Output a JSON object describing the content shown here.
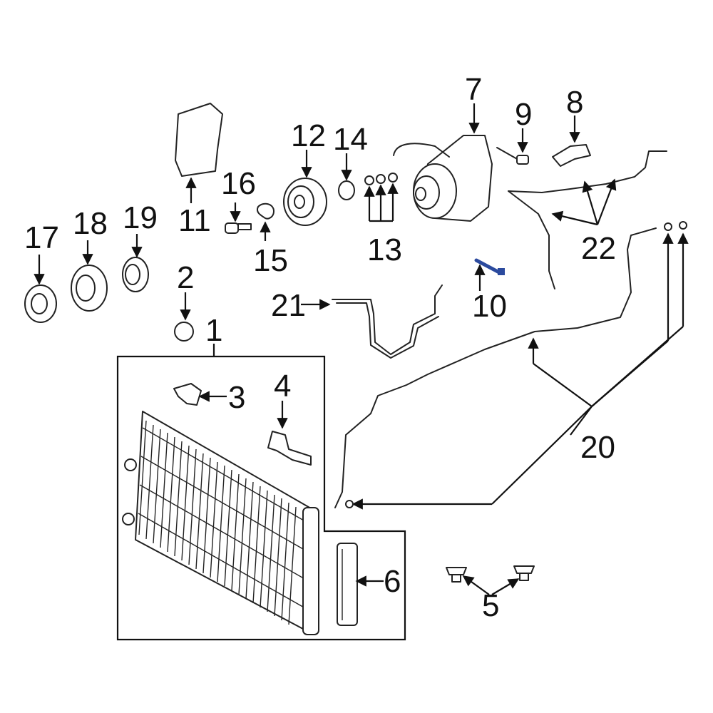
{
  "callouts": {
    "c1": "1",
    "c2": "2",
    "c3": "3",
    "c4": "4",
    "c5": "5",
    "c6": "6",
    "c7": "7",
    "c8": "8",
    "c9": "9",
    "c10": "10",
    "c11": "11",
    "c12": "12",
    "c13": "13",
    "c14": "14",
    "c15": "15",
    "c16": "16",
    "c17": "17",
    "c18": "18",
    "c19": "19",
    "c20": "20",
    "c21": "21",
    "c22": "22"
  },
  "colors": {
    "line": "#222222",
    "highlight": "#2b4a9e",
    "background": "#ffffff"
  },
  "highlighted_part": "10"
}
